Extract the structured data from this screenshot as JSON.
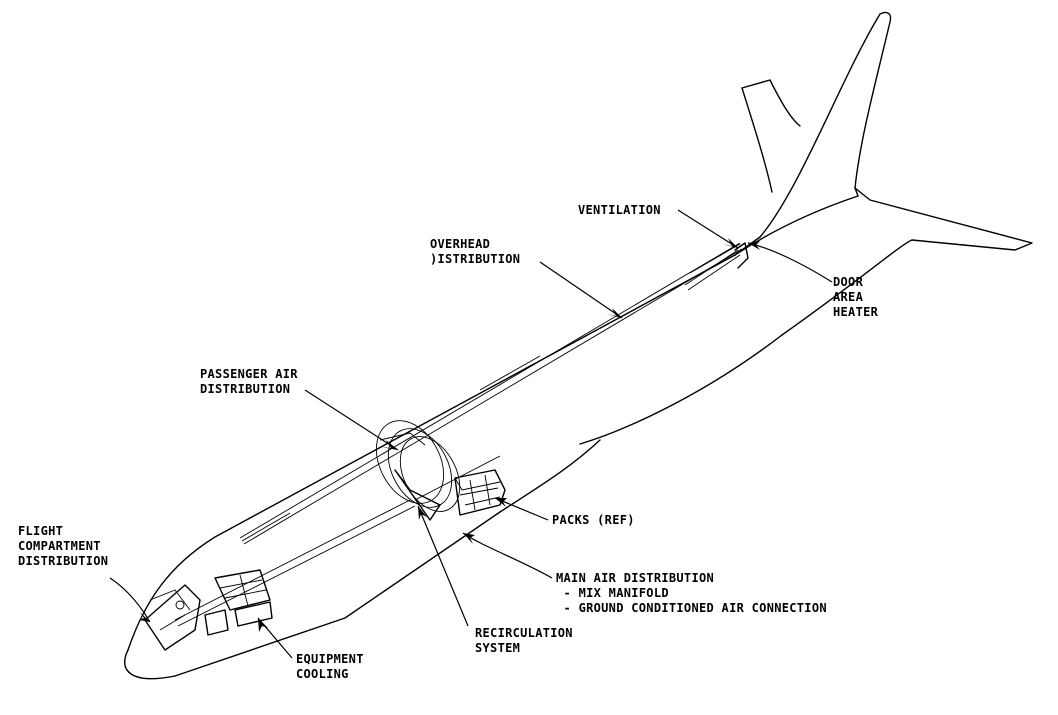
{
  "labels": {
    "ventilation": "VENTILATION",
    "overhead": [
      "OVERHEAD",
      ")ISTRIBUTION"
    ],
    "door": [
      "DOOR",
      "AREA",
      "HEATER"
    ],
    "passenger": [
      "PASSENGER AIR",
      "DISTRIBUTION"
    ],
    "packs": "PACKS (REF)",
    "flight": [
      "FLIGHT",
      "COMPARTMENT",
      "DISTRIBUTION"
    ],
    "main": [
      "MAIN AIR DISTRIBUTION",
      " - MIX MANIFOLD",
      " - GROUND CONDITIONED AIR CONNECTION"
    ],
    "recirculation": [
      "RECIRCULATION",
      "SYSTEM"
    ],
    "equipment": [
      "EQUIPMENT",
      "COOLING"
    ]
  }
}
